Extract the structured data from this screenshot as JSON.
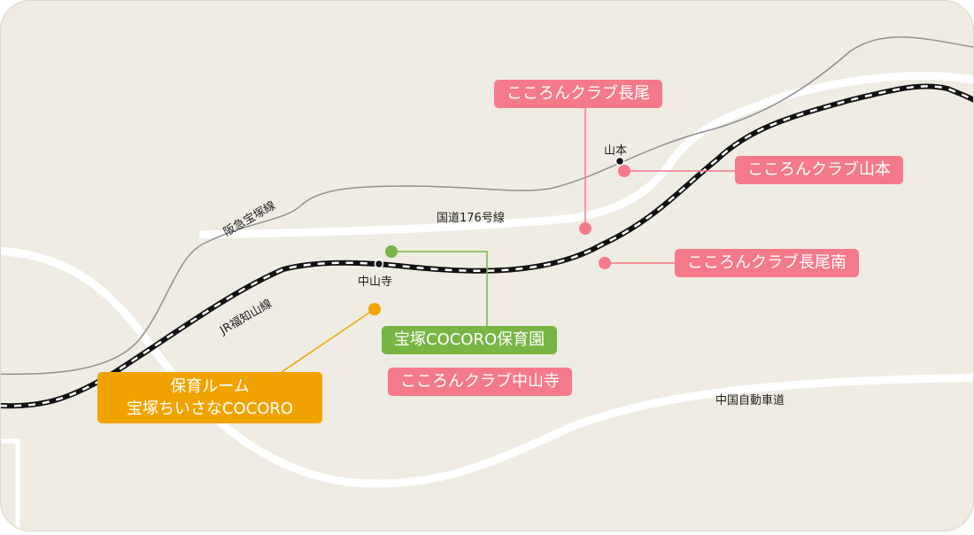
{
  "colors": {
    "background": "#efece3",
    "road": "#ffffff",
    "hankyu_line": "#8f8f8f",
    "pink": "#f47a8a",
    "green": "#78b544",
    "orange": "#f0a300"
  },
  "map": {
    "rail_lines": {
      "jr": "JR福知山線",
      "hankyu": "阪急宝塚線"
    },
    "roads": {
      "national_route": "国道176号線",
      "expressway": "中国自動車道"
    },
    "stations": {
      "nakayamadera": "中山寺",
      "yamamoto": "山本"
    },
    "facilities": {
      "nagao": "こころんクラブ長尾",
      "yamamoto": "こころんクラブ山本",
      "nagao_minami": "こころんクラブ長尾南",
      "cocoro_hoikuen": "宝塚COCORO保育園",
      "nakayamadera": "こころんクラブ中山寺",
      "hoiku_room_line1": "保育ルーム",
      "hoiku_room_line2": "宝塚ちいさなCOCORO"
    }
  }
}
